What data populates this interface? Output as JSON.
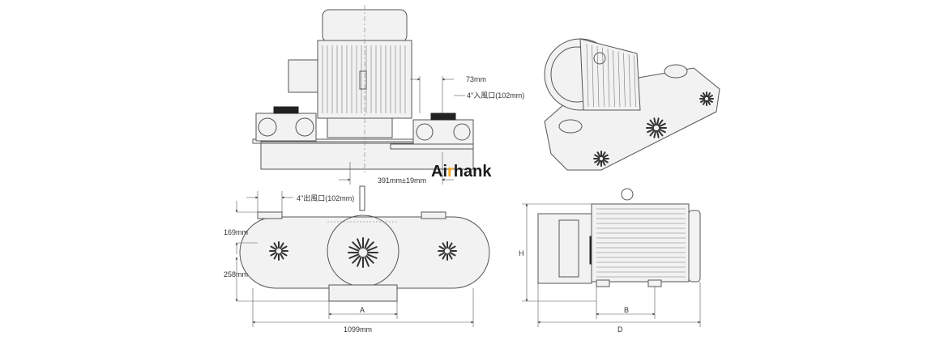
{
  "brand": {
    "prefix": "Ai",
    "mid": "r",
    "rest": "hank",
    "accent_color": "#f5a623",
    "text_color": "#1a1a1a"
  },
  "labels": {
    "dim_73": "73mm",
    "inlet": "4\"入風口(102mm)",
    "dim_391": "391mm±19mm",
    "outlet": "4\"出風口(102mm)",
    "dim_169": "169mm",
    "dim_258": "258mm",
    "dim_A": "A",
    "dim_1099": "1099mm",
    "dim_H": "H",
    "dim_B": "B",
    "dim_D": "D"
  },
  "views": {
    "top_left": "side-elevation-view",
    "top_right": "isometric-view",
    "bottom_left": "front-view",
    "bottom_right": "side-view"
  }
}
